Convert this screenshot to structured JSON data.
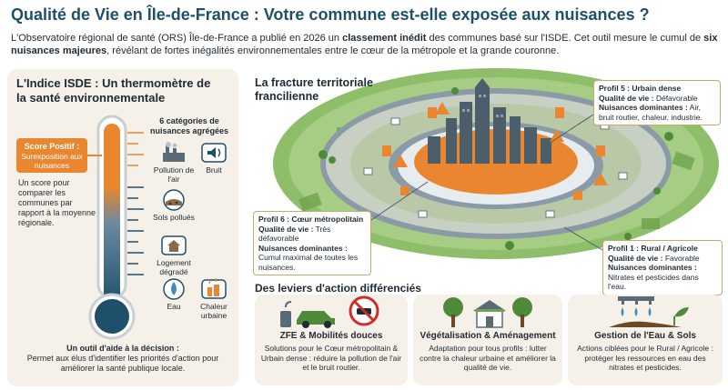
{
  "header": {
    "title": "Qualité de Vie en Île-de-France : Votre commune est-elle exposée aux nuisances ?",
    "intro_part1": "L'Observatoire régional de santé (ORS) Île-de-France a publié en 2026 un ",
    "intro_bold1": "classement inédit",
    "intro_part2": " des communes basé sur l'ISDE. Cet outil mesure le cumul de ",
    "intro_bold2": "six nuisances majeures",
    "intro_part3": ", révélant de fortes inégalités environnementales entre le cœur de la métropole et la grande couronne."
  },
  "left_panel": {
    "title": "L'Indice ISDE : Un thermomètre de la santé environnementale",
    "score_title": "Score Positif :",
    "score_sub": "Surexposition aux nuisances",
    "score_desc": "Un score pour comparer les communes par rapport à la moyenne régionale.",
    "categories_title": "6 catégories de nuisances agrégées",
    "categories": [
      {
        "label": "Pollution de l'air",
        "icon": "factory-icon"
      },
      {
        "label": "Bruit",
        "icon": "speaker-icon"
      },
      {
        "label": "Sols pollués",
        "icon": "polluted-soil-icon"
      },
      {
        "label": "Logement dégradé",
        "icon": "house-icon"
      },
      {
        "label": "Eau",
        "icon": "water-drop-icon"
      },
      {
        "label": "Chaleur urbaine",
        "icon": "urban-heat-icon"
      }
    ],
    "footer_title": "Un outil d'aide à la décision :",
    "footer_text": "Permet aux élus d'identifier les priorités d'action pour améliorer la santé publique locale.",
    "colors": {
      "hot": "#e9862f",
      "cold": "#1e4f6b",
      "panel": "#f6f1e8"
    }
  },
  "map": {
    "title": "La fracture territoriale francilienne",
    "callouts": [
      {
        "head": "Profil 5 : Urbain dense",
        "quality_label": "Qualité de vie :",
        "quality_value": " Défavorable",
        "nuisances_label": "Nuisances dominantes :",
        "nuisances_value": " Air, bruit routier, chaleur, industrie."
      },
      {
        "head": "Profil 6 : Cœur métropolitain",
        "quality_label": "Qualité de vie :",
        "quality_value": " Très défavorable",
        "nuisances_label": "Nuisances dominantes :",
        "nuisances_value": " Cumul maximal de toutes les nuisances."
      },
      {
        "head": "Profil 1 : Rural / Agricole",
        "quality_label": "Qualité de vie :",
        "quality_value": " Favorable",
        "nuisances_label": "Nuisances dominantes :",
        "nuisances_value": " Nitrates et pesticides dans l'eau."
      }
    ],
    "colors": {
      "rural": "#8fbe6a",
      "suburb": "#b9c9a8",
      "road": "#8a9aa6",
      "core": "#e9862f"
    }
  },
  "levers": {
    "title": "Des leviers d'action différenciés",
    "items": [
      {
        "title": "ZFE & Mobilités douces",
        "desc": "Solutions pour le Cœur métropolitain & Urbain dense : réduire la pollution de l'air et le bruit routier.",
        "icon": "electric-car-icon"
      },
      {
        "title": "Végétalisation & Aménagement",
        "desc": "Adaptation pour tous profils : lutter contre la chaleur urbaine et améliorer la qualité de vie.",
        "icon": "trees-house-icon"
      },
      {
        "title": "Gestion de l'Eau & Sols",
        "desc": "Actions ciblées pour le Rural / Agricole : protéger les ressources en eau des nitrates et pesticides.",
        "icon": "irrigation-icon"
      }
    ]
  }
}
